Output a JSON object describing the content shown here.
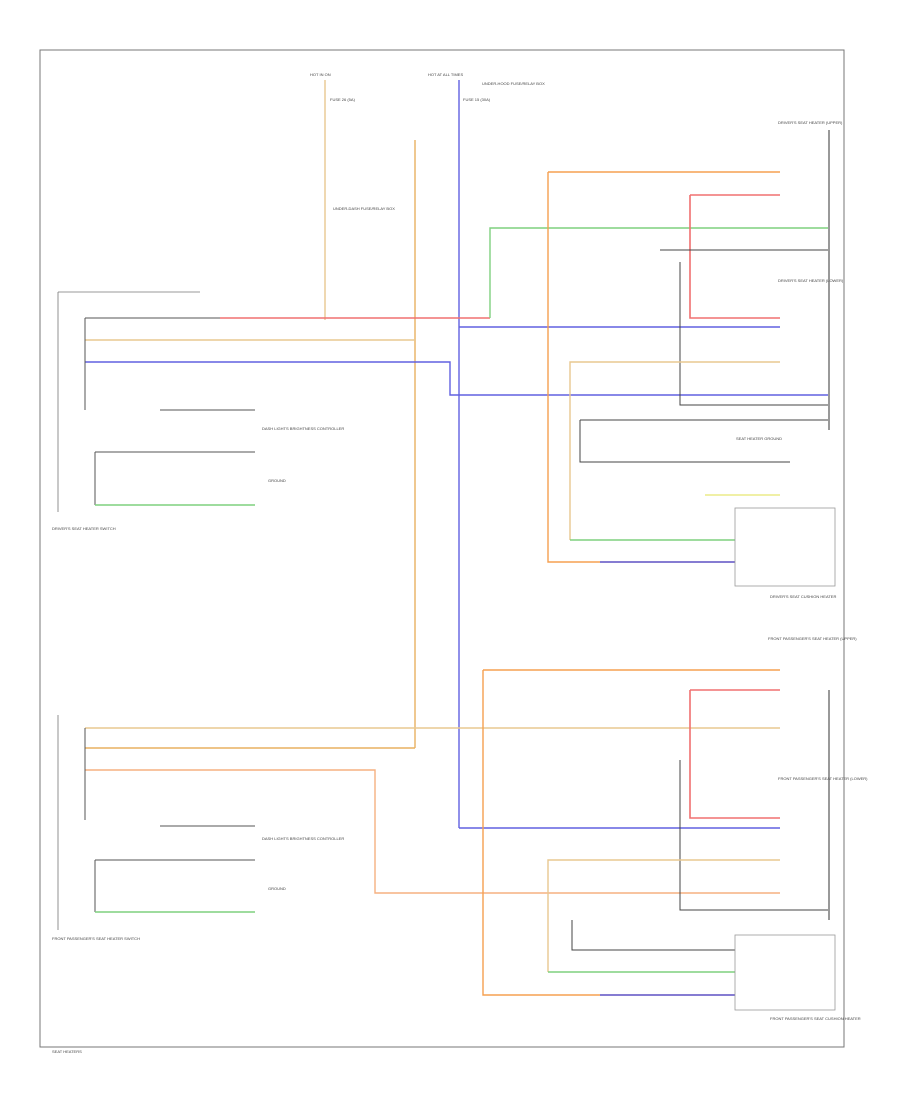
{
  "diagram": {
    "labels": {
      "top_power_1": "HOT IN ON",
      "top_fuse_1": "FUSE 26 (5A)",
      "top_power_2": "HOT AT ALL TIMES",
      "top_fuse_2": "FUSE 15 (30A)",
      "top_fuse_2b": "UNDER-HOOD FUSE/RELAY BOX",
      "underdash_box": "UNDER-DASH FUSE/RELAY BOX",
      "upper_heater_1": "DRIVER'S SEAT HEATER (UPPER)",
      "middle_heater_1": "DRIVER'S SEAT HEATER (LOWER)",
      "seat_heater_ground": "SEAT HEATER GROUND",
      "seat_cushion_1": "DRIVER'S SEAT CUSHION HEATER",
      "driver_switch": "DRIVER'S SEAT HEATER SWITCH",
      "upper_heater_2": "FRONT PASSENGER'S SEAT HEATER (UPPER)",
      "middle_heater_2": "FRONT PASSENGER'S SEAT HEATER (LOWER)",
      "seat_cushion_2": "FRONT PASSENGER'S SEAT CUSHION HEATER",
      "passenger_switch": "FRONT PASSENGER'S SEAT HEATER SWITCH",
      "dash_lights_1": "DASH LIGHTS BRIGHTNESS CONTROLLER",
      "ground_1": "GROUND",
      "dash_lights_2": "DASH LIGHTS BRIGHTNESS CONTROLLER",
      "ground_2": "GROUND",
      "footer": "SEAT HEATERS"
    },
    "wire_colors": {
      "orange": "#f5a050",
      "red": "#f07070",
      "green": "#7fd07f",
      "blue": "#6060e0",
      "tan": "#e8c890",
      "gray": "#888888",
      "dark": "#444444",
      "pink": "#e0a0e0"
    }
  }
}
